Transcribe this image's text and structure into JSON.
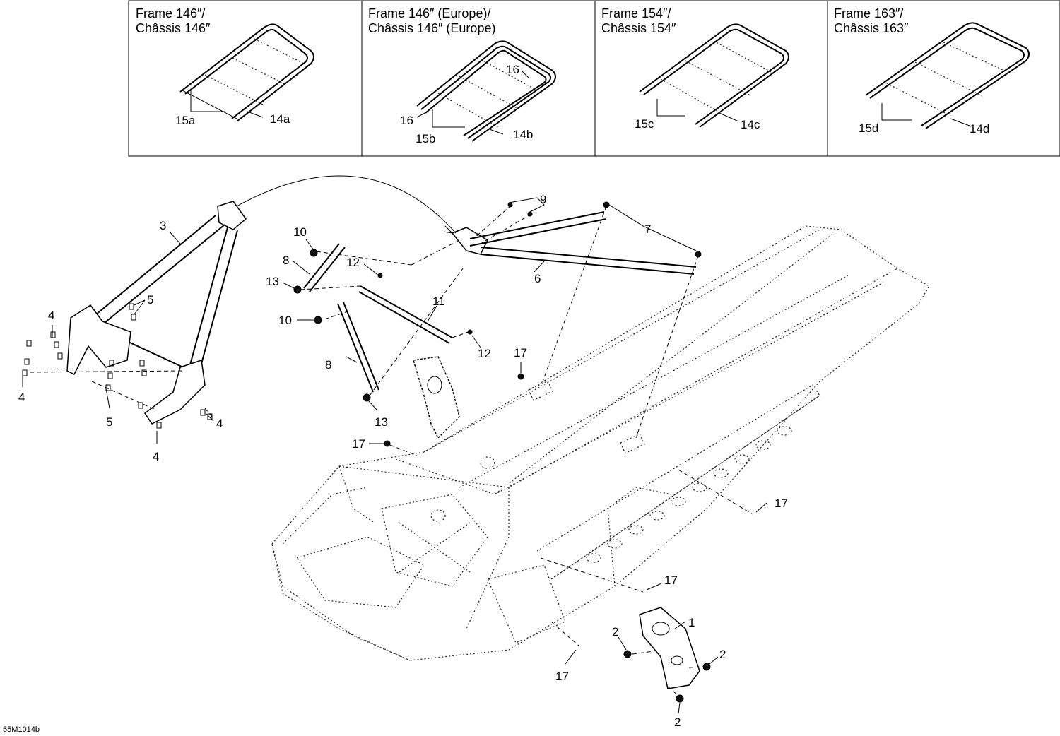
{
  "variants": [
    {
      "title_line1": "Frame 146″/",
      "title_line2": "Châssis 146″",
      "label_a": "15a",
      "label_b": "14a"
    },
    {
      "title_line1": "Frame 146″ (Europe)/",
      "title_line2": "Châssis 146″ (Europe)",
      "label_a": "15b",
      "label_b": "14b",
      "label_c": "16"
    },
    {
      "title_line1": "Frame 154″/",
      "title_line2": "Châssis 154″",
      "label_a": "15c",
      "label_b": "14c"
    },
    {
      "title_line1": "Frame 163″/",
      "title_line2": "Châssis 163″",
      "label_a": "15d",
      "label_b": "14d"
    }
  ],
  "callouts": {
    "c1": "1",
    "c2": "2",
    "c3": "3",
    "c4": "4",
    "c5": "5",
    "c6": "6",
    "c7": "7",
    "c8": "8",
    "c9": "9",
    "c10": "10",
    "c11": "11",
    "c12": "12",
    "c13": "13",
    "c16": "16",
    "c17": "17"
  },
  "document_id": "55M1014b"
}
